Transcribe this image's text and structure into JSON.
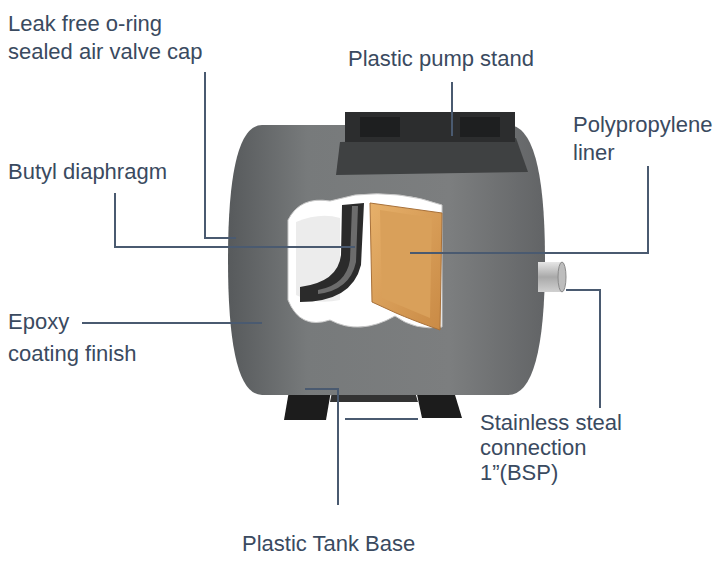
{
  "diagram": {
    "labels": [
      "Leak free o-ring sealed air valve cap",
      "Plastic pump stand",
      "Polypropylene liner",
      "Butyl diaphragm",
      "Epoxy coating finish",
      "Stainless steal connection 1”(BSP)",
      "Plastic Tank Base"
    ]
  }
}
